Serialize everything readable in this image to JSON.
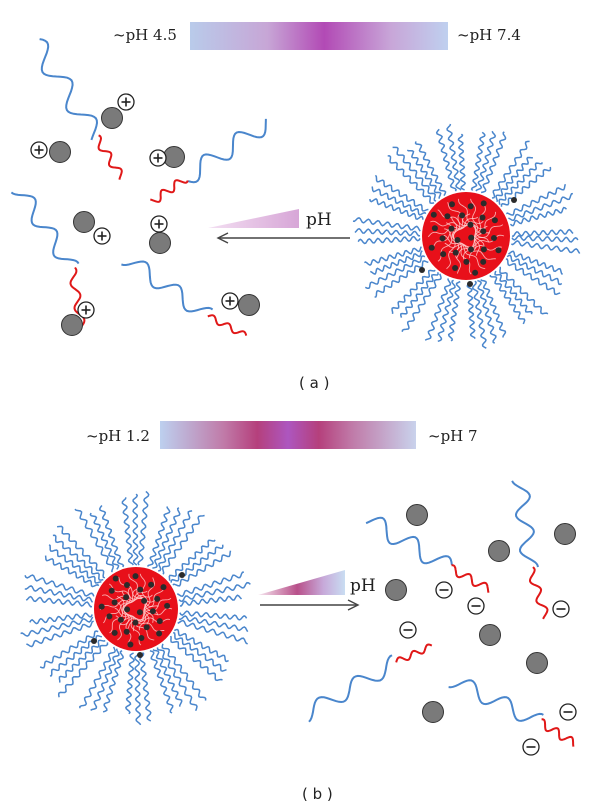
{
  "panel_a": {
    "left_ph": "~pH 4.5",
    "right_ph": "~pH 7.4",
    "arrow_label": "pH",
    "caption": "( a )",
    "charge_symbol": "+"
  },
  "panel_b": {
    "left_ph": "~pH 1.2",
    "right_ph": "~pH 7",
    "arrow_label": "pH",
    "caption": "( b )",
    "charge_symbol": "−"
  },
  "colors": {
    "hydrophilic_chain": "#4a86cc",
    "hydrophobic_chain": "#e01818",
    "drug_particle": "#7a7a7a",
    "core": "#e8101a"
  }
}
